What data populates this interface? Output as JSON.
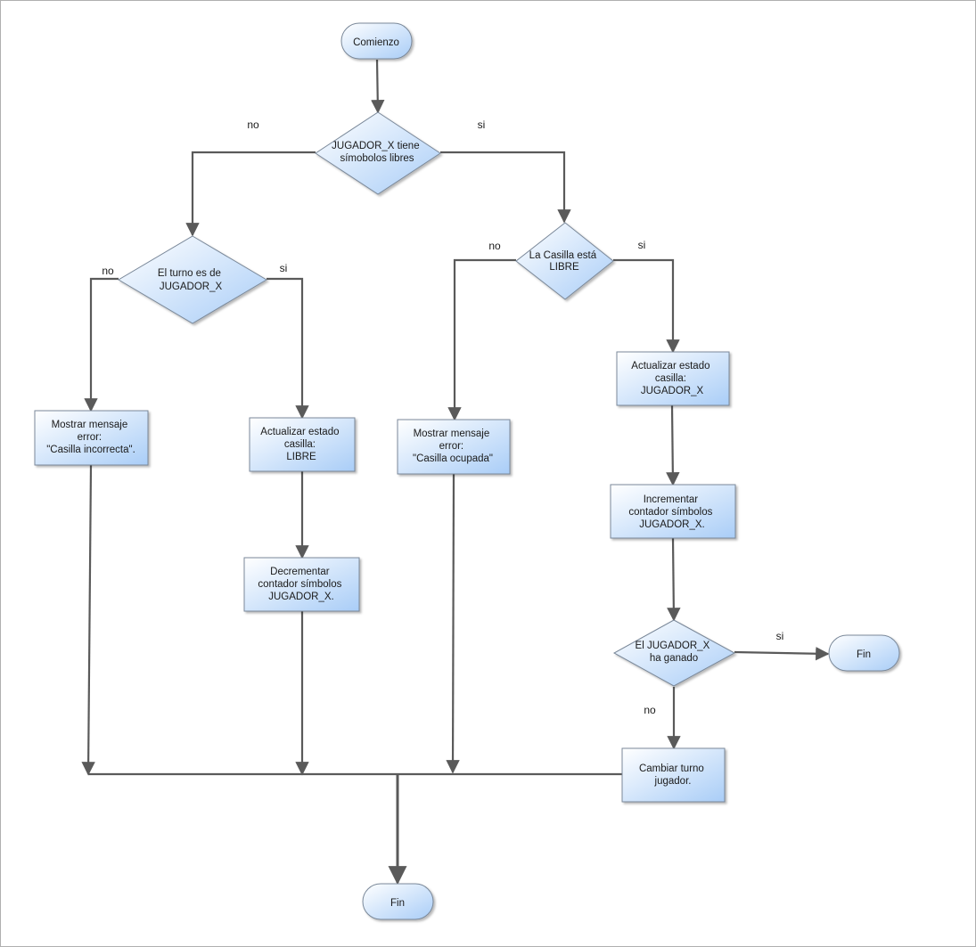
{
  "nodes": {
    "start": [
      "Comienzo"
    ],
    "d_free_symbols": [
      "JUGADOR_X tiene",
      "símobolos libres"
    ],
    "d_turn": [
      "El turno es de",
      "JUGADOR_X"
    ],
    "d_cell_free": [
      "La Casilla está",
      "LIBRE"
    ],
    "p_error_incorrect": [
      "Mostrar mensaje",
      "error:",
      "\"Casilla incorrecta\"."
    ],
    "p_update_free": [
      "Actualizar estado",
      "casilla:",
      "LIBRE"
    ],
    "p_decrement": [
      "Decrementar",
      "contador símbolos",
      "JUGADOR_X."
    ],
    "p_error_occupied": [
      "Mostrar mensaje",
      "error:",
      "\"Casilla ocupada\""
    ],
    "p_update_player": [
      "Actualizar estado",
      "casilla:",
      "JUGADOR_X"
    ],
    "p_increment": [
      "Incrementar",
      "contador símbolos",
      "JUGADOR_X."
    ],
    "d_won": [
      "El JUGADOR_X",
      "ha ganado"
    ],
    "end_win": [
      "Fin"
    ],
    "p_change_turn": [
      "Cambiar turno",
      "jugador."
    ],
    "end_main": [
      "Fin"
    ]
  },
  "edge_labels": {
    "free_no": "no",
    "free_si": "si",
    "turn_no": "no",
    "turn_si": "si",
    "cell_no": "no",
    "cell_si": "si",
    "won_si": "si",
    "won_no": "no"
  },
  "colors": {
    "node_fill_light": "#ffffff",
    "node_fill_dark": "#a9cdf7",
    "node_stroke": "#7a8899",
    "line": "#5a5a5a",
    "frame": "#b0b0b0"
  }
}
